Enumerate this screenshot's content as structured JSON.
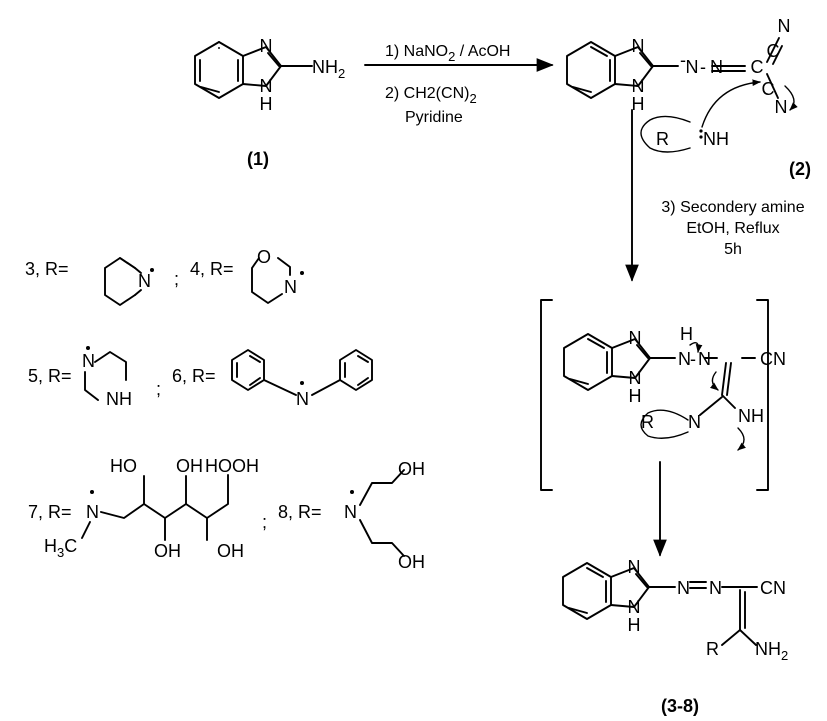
{
  "compounds": {
    "c1": "(1)",
    "c2": "(2)",
    "c38": "(3-8)"
  },
  "conditions": {
    "step1": "1) NaNO",
    "step1_sub": "2",
    "step1_tail": " / AcOH",
    "step2a": "2) CH2(CN)",
    "step2a_sub": "2",
    "step2b": "Pyridine",
    "step3a": "3) Secondery amine",
    "step3b": "EtOH, Reflux",
    "step3c": "5h"
  },
  "atoms": {
    "N": "N",
    "H": "H",
    "NH": "NH",
    "NH2": "NH",
    "sub2": "2",
    "CN": "CN",
    "O": "O",
    "R": "R",
    "OH": "OH",
    "HO": "HO",
    "H3C": "H",
    "H3C_sub": "3",
    "H3C_C": "C"
  },
  "substituents": {
    "r3": "3, R=",
    "r4": "4, R=",
    "r5": "5, R=",
    "r6": "6, R=",
    "r7": "7, R=",
    "r8": "8, R=",
    "sep": ";"
  }
}
